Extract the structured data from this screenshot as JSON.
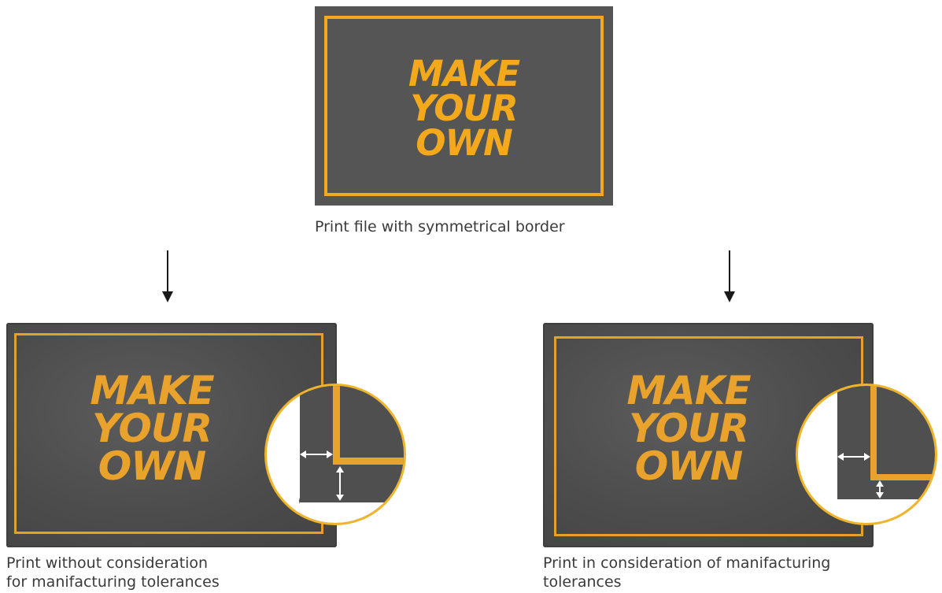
{
  "print_file": {
    "slogan_lines": [
      "MAKE",
      "YOUR",
      "OWN"
    ],
    "caption": "Print file with symmetrical border"
  },
  "left_example": {
    "slogan_lines": [
      "MAKE",
      "YOUR",
      "OWN"
    ],
    "caption_lines": [
      "Print without consideration",
      "for manifacturing tolerances"
    ]
  },
  "right_example": {
    "slogan_lines": [
      "MAKE",
      "YOUR",
      "OWN"
    ],
    "caption_lines": [
      "Print in consideration of manifacturing",
      "tolerances"
    ]
  },
  "colors": {
    "mat_gray": "#555555",
    "border_yellow": "#f4a91d",
    "zoom_ring": "#f0b428",
    "arrow": "#1a1a1a"
  },
  "icons": [
    "down-arrow-icon",
    "double-arrow-horizontal-icon",
    "double-arrow-vertical-icon"
  ]
}
